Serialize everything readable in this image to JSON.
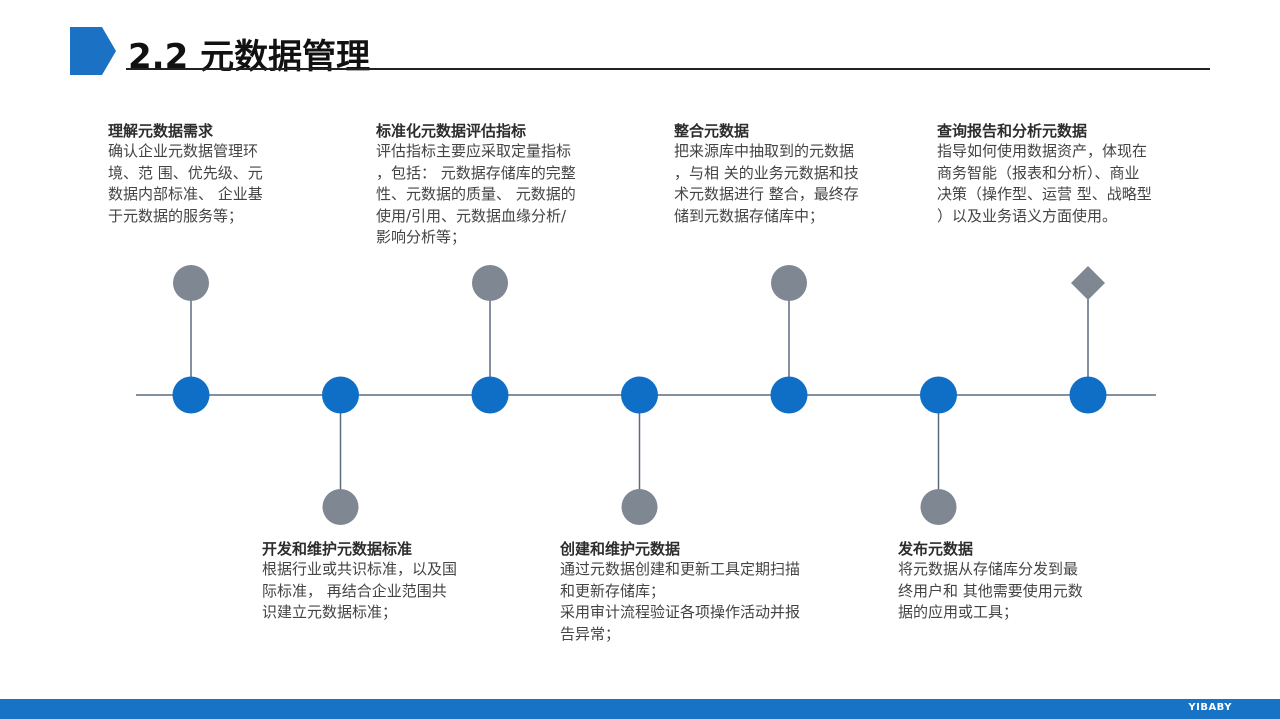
{
  "page": {
    "title": "2.2 元数据管理"
  },
  "colors": {
    "accent": "#0f6fc6",
    "node": "#0f6fc6",
    "marker": "#7f8793",
    "line": "#5a6b80",
    "footer": "#1673c6"
  },
  "steps": [
    {
      "title": "理解元数据需求",
      "desc": "确认企业元数据管理环\n境、范 围、优先级、元\n数据内部标准、 企业基\n于元数据的服务等；",
      "position": "top",
      "marker": "circle"
    },
    {
      "title": "开发和维护元数据标准",
      "desc": "根据行业或共识标准，以及国\n际标准， 再结合企业范围共\n识建立元数据标准；",
      "position": "bottom",
      "marker": "circle"
    },
    {
      "title": "标准化元数据评估指标",
      "desc": "评估指标主要应采取定量指标\n，包括： 元数据存储库的完整\n性、元数据的质量、 元数据的\n使用/引用、元数据血缘分析/\n影响分析等；",
      "position": "top",
      "marker": "circle"
    },
    {
      "title": "创建和维护元数据",
      "desc": "通过元数据创建和更新工具定期扫描\n和更新存储库；\n采用审计流程验证各项操作活动并报\n告异常；",
      "position": "bottom",
      "marker": "circle"
    },
    {
      "title": "整合元数据",
      "desc": "把来源库中抽取到的元数据\n，与相 关的业务元数据和技\n术元数据进行 整合，最终存\n储到元数据存储库中；",
      "position": "top",
      "marker": "circle"
    },
    {
      "title": "发布元数据",
      "desc": "将元数据从存储库分发到最\n终用户和 其他需要使用元数\n据的应用或工具；",
      "position": "bottom",
      "marker": "circle"
    },
    {
      "title": "查询报告和分析元数据",
      "desc": "指导如何使用数据资产，体现在\n商务智能（报表和分析）、商业\n决策（操作型、运营 型、战略型\n）以及业务语义方面使用。",
      "position": "top",
      "marker": "diamond"
    }
  ],
  "footer": {
    "brand": "YIBABY"
  }
}
